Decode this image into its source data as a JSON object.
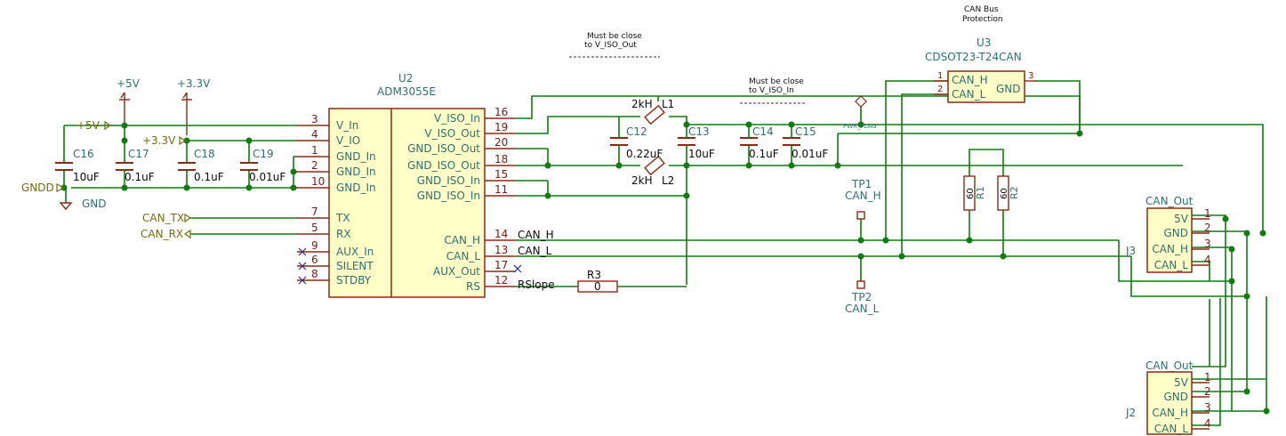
{
  "notes": {
    "note1": [
      "Must be close",
      "to V_ISO_Out"
    ],
    "note2": [
      "Must be close",
      "to V_ISO_In"
    ],
    "note3": [
      "CAN Bus",
      "Protection"
    ]
  },
  "power": {
    "p5v": "+5V",
    "p33v": "+3.3V",
    "pwr_flag": "PWR_FLAG"
  },
  "global_labels": {
    "in_5v": "+5V",
    "in_33v": "+3.3V",
    "gndd": "GNDD",
    "gnd": "GND",
    "can_tx": "CAN_TX",
    "can_rx": "CAN_RX"
  },
  "u2": {
    "ref": "U2",
    "value": "ADM3055E",
    "left_pins": [
      {
        "num": "3",
        "name": "V_In"
      },
      {
        "num": "4",
        "name": "V_IO"
      },
      {
        "num": "1",
        "name": "GND_In"
      },
      {
        "num": "2",
        "name": "GND_In"
      },
      {
        "num": "10",
        "name": "GND_In"
      },
      {
        "num": "7",
        "name": "TX"
      },
      {
        "num": "5",
        "name": "RX"
      },
      {
        "num": "9",
        "name": "AUX_In"
      },
      {
        "num": "6",
        "name": "SILENT"
      },
      {
        "num": "8",
        "name": "STDBY"
      }
    ],
    "right_pins": [
      {
        "num": "16",
        "name": "V_ISO_In"
      },
      {
        "num": "19",
        "name": "V_ISO_Out"
      },
      {
        "num": "20",
        "name": "GND_ISO_Out"
      },
      {
        "num": "18",
        "name": "GND_ISO_Out"
      },
      {
        "num": "15",
        "name": "GND_ISO_In"
      },
      {
        "num": "11",
        "name": "GND_ISO_In"
      },
      {
        "num": "14",
        "name": "CAN_H"
      },
      {
        "num": "13",
        "name": "CAN_L"
      },
      {
        "num": "17",
        "name": "AUX_Out"
      },
      {
        "num": "12",
        "name": "RS"
      }
    ]
  },
  "caps": {
    "c16": {
      "ref": "C16",
      "val": "10uF"
    },
    "c17": {
      "ref": "C17",
      "val": "0.1uF"
    },
    "c18": {
      "ref": "C18",
      "val": "0.1uF"
    },
    "c19": {
      "ref": "C19",
      "val": "0.01uF"
    },
    "c12": {
      "ref": "C12",
      "val": "0.22uF"
    },
    "c13": {
      "ref": "C13",
      "val": "10uF"
    },
    "c14": {
      "ref": "C14",
      "val": "0.1uF"
    },
    "c15": {
      "ref": "C15",
      "val": "0.01uF"
    }
  },
  "inductors": {
    "l1": {
      "ref": "L1",
      "val": "2kH"
    },
    "l2": {
      "ref": "L2",
      "val": "2kH"
    }
  },
  "resistors": {
    "r1": {
      "ref": "R1",
      "val": "60"
    },
    "r2": {
      "ref": "R2",
      "val": "60"
    },
    "r3": {
      "ref": "R3",
      "val": "0"
    }
  },
  "nets": {
    "can_h": "CAN_H",
    "can_l": "CAN_L",
    "rslope": "RSlope"
  },
  "testpoints": {
    "tp1": {
      "ref": "TP1",
      "val": "CAN_H"
    },
    "tp2": {
      "ref": "TP2",
      "val": "CAN_L"
    }
  },
  "u3": {
    "ref": "U3",
    "value": "CDSOT23-T24CAN",
    "pins": [
      {
        "num": "1",
        "name": "CAN_H"
      },
      {
        "num": "2",
        "name": "CAN_L"
      },
      {
        "num": "3",
        "name": "GND"
      }
    ]
  },
  "j3": {
    "ref": "J3",
    "value": "CAN_Out",
    "pins": [
      {
        "num": "1",
        "name": "5V"
      },
      {
        "num": "2",
        "name": "GND"
      },
      {
        "num": "3",
        "name": "CAN_H"
      },
      {
        "num": "4",
        "name": "CAN_L"
      }
    ]
  },
  "j2": {
    "ref": "J2",
    "value": "CAN_Out",
    "pins": [
      {
        "num": "1",
        "name": "5V"
      },
      {
        "num": "2",
        "name": "GND"
      },
      {
        "num": "3",
        "name": "CAN_H"
      },
      {
        "num": "4",
        "name": "CAN_L"
      }
    ]
  },
  "colors": {
    "wire": "#107c10",
    "symbol": "#8a2a16",
    "symbol_fill": "#ffffc8",
    "ref_text": "#2f7070"
  }
}
